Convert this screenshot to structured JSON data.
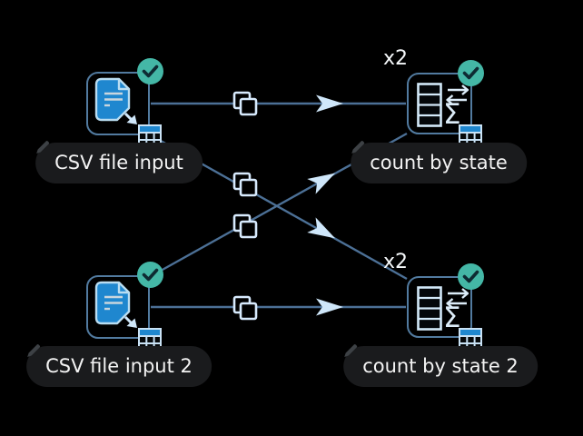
{
  "app": {
    "view": "workflow-canvas",
    "background": "#000000"
  },
  "nodes": [
    {
      "id": "csv-file-input",
      "label": "CSV file input",
      "kind": "csv-reader",
      "status": "success"
    },
    {
      "id": "count-by-state",
      "label": "count by state",
      "kind": "aggregate",
      "status": "success",
      "multiplier": "x2"
    },
    {
      "id": "csv-file-input-2",
      "label": "CSV file input 2",
      "kind": "csv-reader",
      "status": "success"
    },
    {
      "id": "count-by-state-2",
      "label": "count by state 2",
      "kind": "aggregate",
      "status": "success",
      "multiplier": "x2"
    }
  ],
  "edges": [
    {
      "from": "csv-file-input",
      "to": "count-by-state",
      "badge": "copy"
    },
    {
      "from": "csv-file-input",
      "to": "count-by-state-2",
      "badge": "copy"
    },
    {
      "from": "csv-file-input-2",
      "to": "count-by-state",
      "badge": "copy"
    },
    {
      "from": "csv-file-input-2",
      "to": "count-by-state-2",
      "badge": "copy"
    }
  ],
  "icons": {
    "sigma": "Σ"
  },
  "colors": {
    "background": "#000000",
    "node_border": "#527ba0",
    "wire": "#4c7096",
    "icon_light_blue": "#cfe7fa",
    "file_blue": "#1f87cf",
    "status_success": "#44b7a6",
    "label_pill_bg": "#1a1b1d",
    "label_text": "#f3f3f3"
  }
}
